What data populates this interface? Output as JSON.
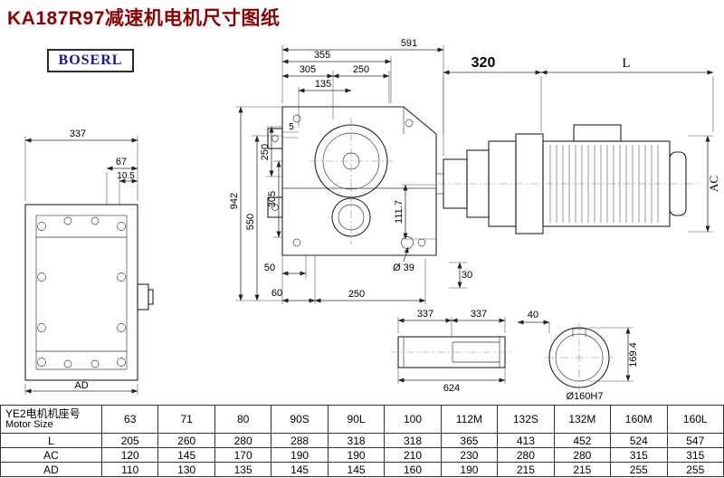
{
  "title": "KA187R97减速机电机尺寸图纸",
  "logo_text": "BOSERL",
  "colors": {
    "title_red": "#8b0000",
    "logo_blue": "#1414a0"
  },
  "left_view": {
    "d337": "337",
    "d67": "67",
    "d10_5": "10.5",
    "dAD": "AD"
  },
  "main_view": {
    "d591": "591",
    "d355": "355",
    "d305_top": "305",
    "d250_top": "250",
    "d135": "135",
    "d5": "5",
    "d250_left": "250",
    "d305_left": "305",
    "d550": "550",
    "d942": "942",
    "d111_7": "111.7",
    "d50": "50",
    "d60": "60",
    "d250_bottom": "250",
    "d39": "Ø 39",
    "d30": "30"
  },
  "motor_view": {
    "d320": "320",
    "dL": "L",
    "dAC": "AC"
  },
  "shaft_view": {
    "d337_left": "337",
    "d337_right": "337",
    "d624": "624"
  },
  "bore_view": {
    "d40": "40",
    "d169_4": "169.4",
    "d160h7": "Ø160H7"
  },
  "table": {
    "header_label_cn": "YE2电机机座号",
    "header_label_en": "Motor Size",
    "sizes": [
      "63",
      "71",
      "80",
      "90S",
      "90L",
      "100",
      "112M",
      "132S",
      "132M",
      "160M",
      "160L"
    ],
    "rows": [
      {
        "label": "L",
        "values": [
          "205",
          "260",
          "280",
          "288",
          "318",
          "318",
          "365",
          "413",
          "452",
          "524",
          "547"
        ]
      },
      {
        "label": "AC",
        "values": [
          "120",
          "145",
          "170",
          "190",
          "190",
          "210",
          "230",
          "280",
          "280",
          "315",
          "315"
        ]
      },
      {
        "label": "AD",
        "values": [
          "110",
          "130",
          "135",
          "145",
          "145",
          "160",
          "190",
          "215",
          "215",
          "255",
          "255"
        ]
      }
    ]
  }
}
